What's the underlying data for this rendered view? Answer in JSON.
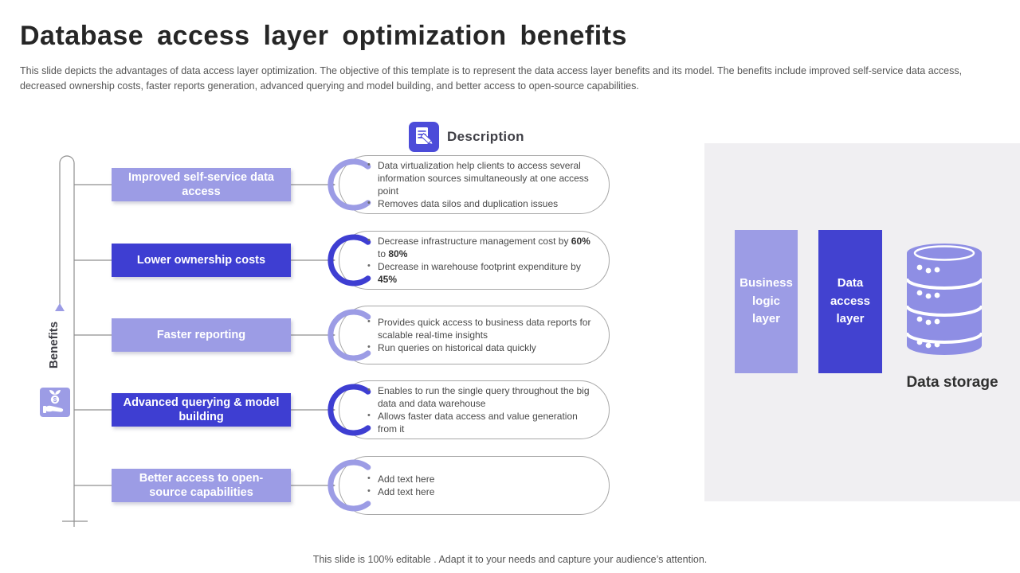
{
  "slide": {
    "title": "Database access layer optimization benefits",
    "subtitle": "This slide depicts the advantages of data access layer optimization. The objective of this template is to represent the data access layer benefits and its model. The benefits include improved self-service data access, decreased ownership costs, faster reports generation, advanced querying and model building, and better access to open-source capabilities.",
    "footer": "This slide is 100% editable . Adapt it to your needs and capture your audience’s attention."
  },
  "benefits_rail": {
    "label": "Benefits",
    "icon": "hand-coin-icon"
  },
  "description_header": {
    "label": "Description",
    "icon": "document-pencil-icon"
  },
  "rows": [
    {
      "label": "Improved self-service data access",
      "tone": "light",
      "bullets": [
        "Data virtualization  help clients to access  several  information  sources  simultaneously at one access point",
        "Removes  data silos and duplication issues"
      ]
    },
    {
      "label": "Lower ownership costs",
      "tone": "dark",
      "bullets": [
        [
          "Decrease  infrastructure  management  cost by ",
          "60%",
          " to ",
          "80%"
        ],
        [
          "Decrease  in warehouse  footprint  expenditure  by ",
          "45%"
        ]
      ]
    },
    {
      "label": "Faster reporting",
      "tone": "light",
      "bullets": [
        "Provides  quick access to business data reports for scalable real-time  insights",
        "Run queries on historical data quickly"
      ]
    },
    {
      "label": "Advanced querying & model building",
      "tone": "dark",
      "bullets": [
        "Enables to run the single query throughout the big data and data warehouse",
        "Allows faster data access and value generation from it"
      ]
    },
    {
      "label": "Better access to open-source capabilities",
      "tone": "light",
      "bullets": [
        "Add text here",
        "Add text here"
      ]
    }
  ],
  "architecture": {
    "business_logic_label": "Business logic layer",
    "data_access_label": "Data access layer",
    "storage_label": "Data storage",
    "storage_icon": "database-cylinder-icon"
  },
  "colors": {
    "light_purple": "#9c9ce5",
    "dark_blue": "#3e3ed2",
    "icon_blue": "#4c4cd9",
    "panel_bg": "#f0eff2",
    "connector_gray": "#8f8f8f"
  }
}
